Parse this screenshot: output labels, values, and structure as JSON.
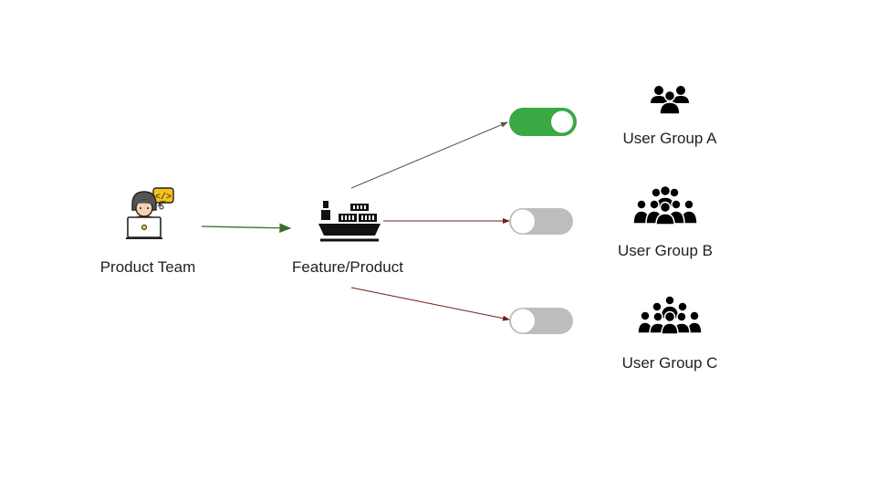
{
  "nodes": {
    "product_team": {
      "label": "Product Team",
      "icon": "developer-laptop-icon"
    },
    "feature": {
      "label": "Feature/Product",
      "icon": "cargo-ship-icon"
    }
  },
  "toggles": [
    {
      "state": "on",
      "color": "#3aa843"
    },
    {
      "state": "off",
      "color": "#bdbdbd"
    },
    {
      "state": "off",
      "color": "#bdbdbd"
    }
  ],
  "groups": [
    {
      "label": "User Group A",
      "icon": "small-group-icon"
    },
    {
      "label": "User Group B",
      "icon": "medium-group-icon"
    },
    {
      "label": "User Group C",
      "icon": "large-group-icon"
    }
  ],
  "colors": {
    "arrow_team_to_feature": "#3d6b2a",
    "arrow_to_group_a": "#555555",
    "arrow_to_group_b": "#7a1a1a",
    "arrow_to_group_c": "#7a1a1a"
  }
}
